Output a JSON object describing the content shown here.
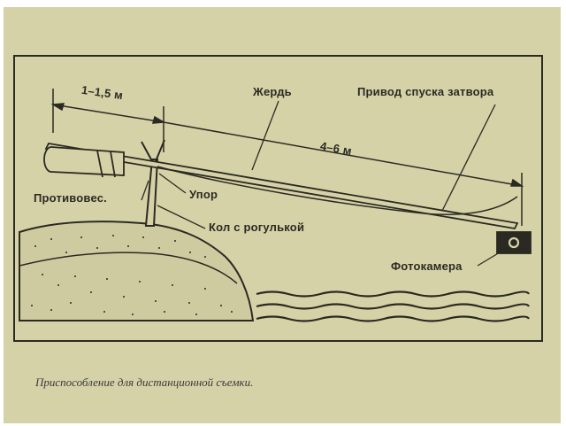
{
  "labels": {
    "dim_short": "1–1,5 м",
    "pole": "Жердь",
    "shutter_drive": "Привод спуска затвора",
    "dim_long": "4–6 м",
    "counterweight": "Противовес.",
    "stop": "Упор",
    "forked_stake": "Кол с рогулькой",
    "camera": "Фотокамера"
  },
  "caption": "Приспособление для дистанционной съемки.",
  "colors": {
    "paper": "#d6d2a8",
    "ink": "#2b2a22",
    "caption_ink": "#3a3a3a"
  }
}
